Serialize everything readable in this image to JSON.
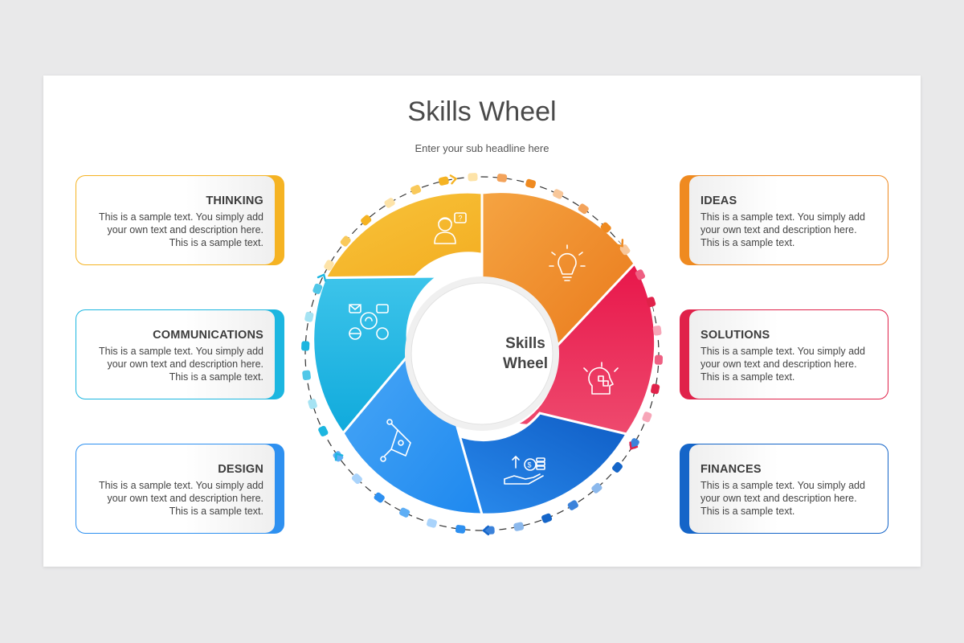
{
  "title": "Skills Wheel",
  "subtitle": "Enter your sub headline here",
  "center_label_line1": "Skills",
  "center_label_line2": "Wheel",
  "colors": {
    "thinking": "#f5b323",
    "ideas": "#ef8a20",
    "solutions": "#e0224a",
    "finances": "#1565c8",
    "design": "#2e90f0",
    "communications": "#1cb6e0"
  },
  "cards": {
    "thinking": {
      "heading": "THINKING",
      "line1": "This is a sample text. You simply add",
      "line2": "your own text and description here.",
      "line3": "This is a sample text."
    },
    "communications": {
      "heading": "COMMUNICATIONS",
      "line1": "This is a sample text. You simply add",
      "line2": "your own text and description here.",
      "line3": "This is a sample text."
    },
    "design": {
      "heading": "DESIGN",
      "line1": "This is a sample text. You simply add",
      "line2": "your own text and description here.",
      "line3": "This is a sample text."
    },
    "ideas": {
      "heading": "IDEAS",
      "line1": "This is a sample text. You simply add",
      "line2": "your own text and description here.",
      "line3": "This is a sample text."
    },
    "solutions": {
      "heading": "SOLUTIONS",
      "line1": "This is a sample text. You simply add",
      "line2": "your own text and description here.",
      "line3": "This is a sample text."
    },
    "finances": {
      "heading": "FINANCES",
      "line1": "This is a sample text. You simply add",
      "line2": "your own text and description here.",
      "line3": "This is a sample text."
    }
  },
  "segment_icons": [
    "support-agent-icon",
    "lightbulb-icon",
    "puzzle-head-icon",
    "money-hand-icon",
    "pen-tool-icon",
    "communication-channels-icon"
  ]
}
